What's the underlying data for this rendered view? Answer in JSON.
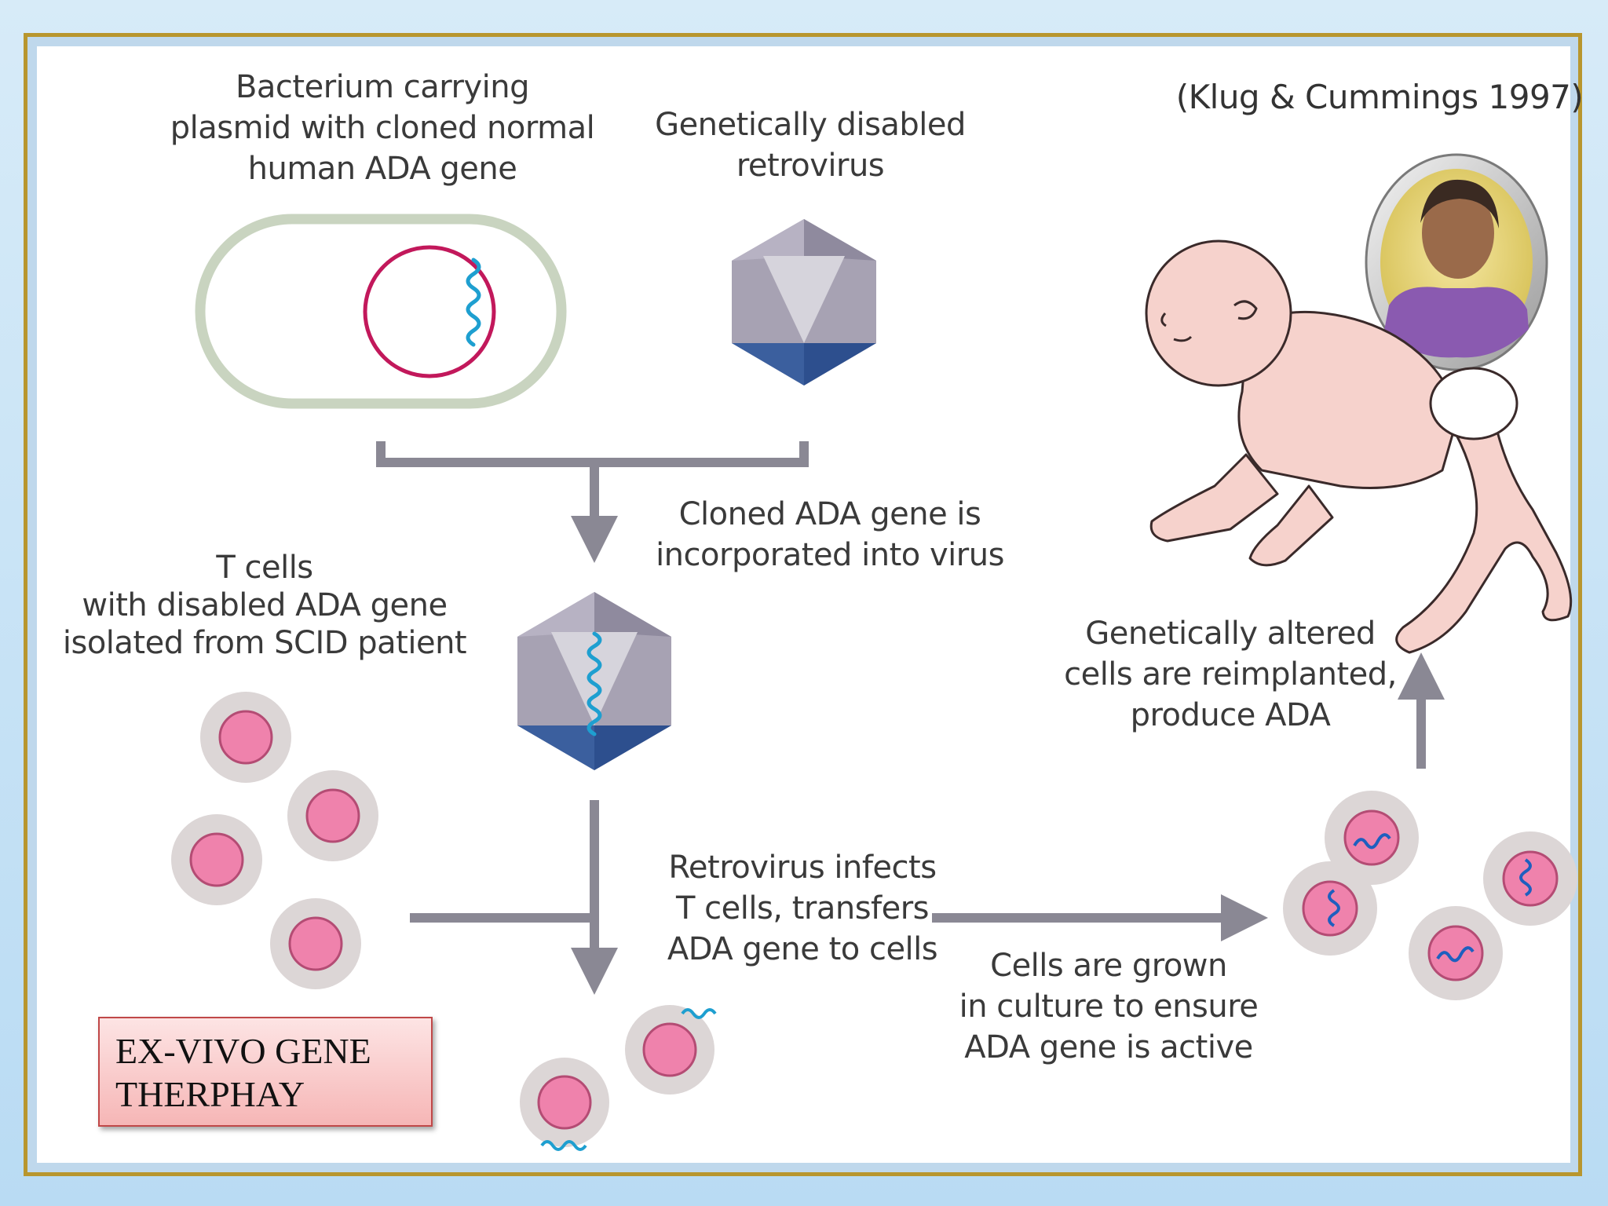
{
  "citation": "(Klug & Cummings 1997)",
  "labels": {
    "bacterium": [
      "Bacterium carrying",
      "plasmid with cloned normal",
      "human ADA gene"
    ],
    "retrovirus": [
      "Genetically disabled",
      "retrovirus"
    ],
    "incorporated": [
      "Cloned ADA gene is",
      "incorporated into virus"
    ],
    "tcells": [
      "T cells",
      "with disabled ADA gene",
      "isolated from SCID patient"
    ],
    "infects": [
      "Retrovirus infects",
      "T cells, transfers",
      "ADA gene to cells"
    ],
    "grown": [
      "Cells are grown",
      "in culture to ensure",
      "ADA gene is active"
    ],
    "reimplanted": [
      "Genetically altered",
      "cells are reimplanted,",
      "produce ADA"
    ]
  },
  "title_box": [
    "EX-VIVO GENE",
    "THERPHAY"
  ],
  "colors": {
    "arrow": "#8a8894",
    "plasmid": "#c2185b",
    "dna": "#1e9fd0",
    "nucleus": "#ef82ac",
    "cell": "#dcd6d6",
    "virus_dark": "#2f5597",
    "title_box": "#f8c6c6"
  },
  "icons": [
    "photo-portrait-icon",
    "baby-crawling-icon"
  ]
}
